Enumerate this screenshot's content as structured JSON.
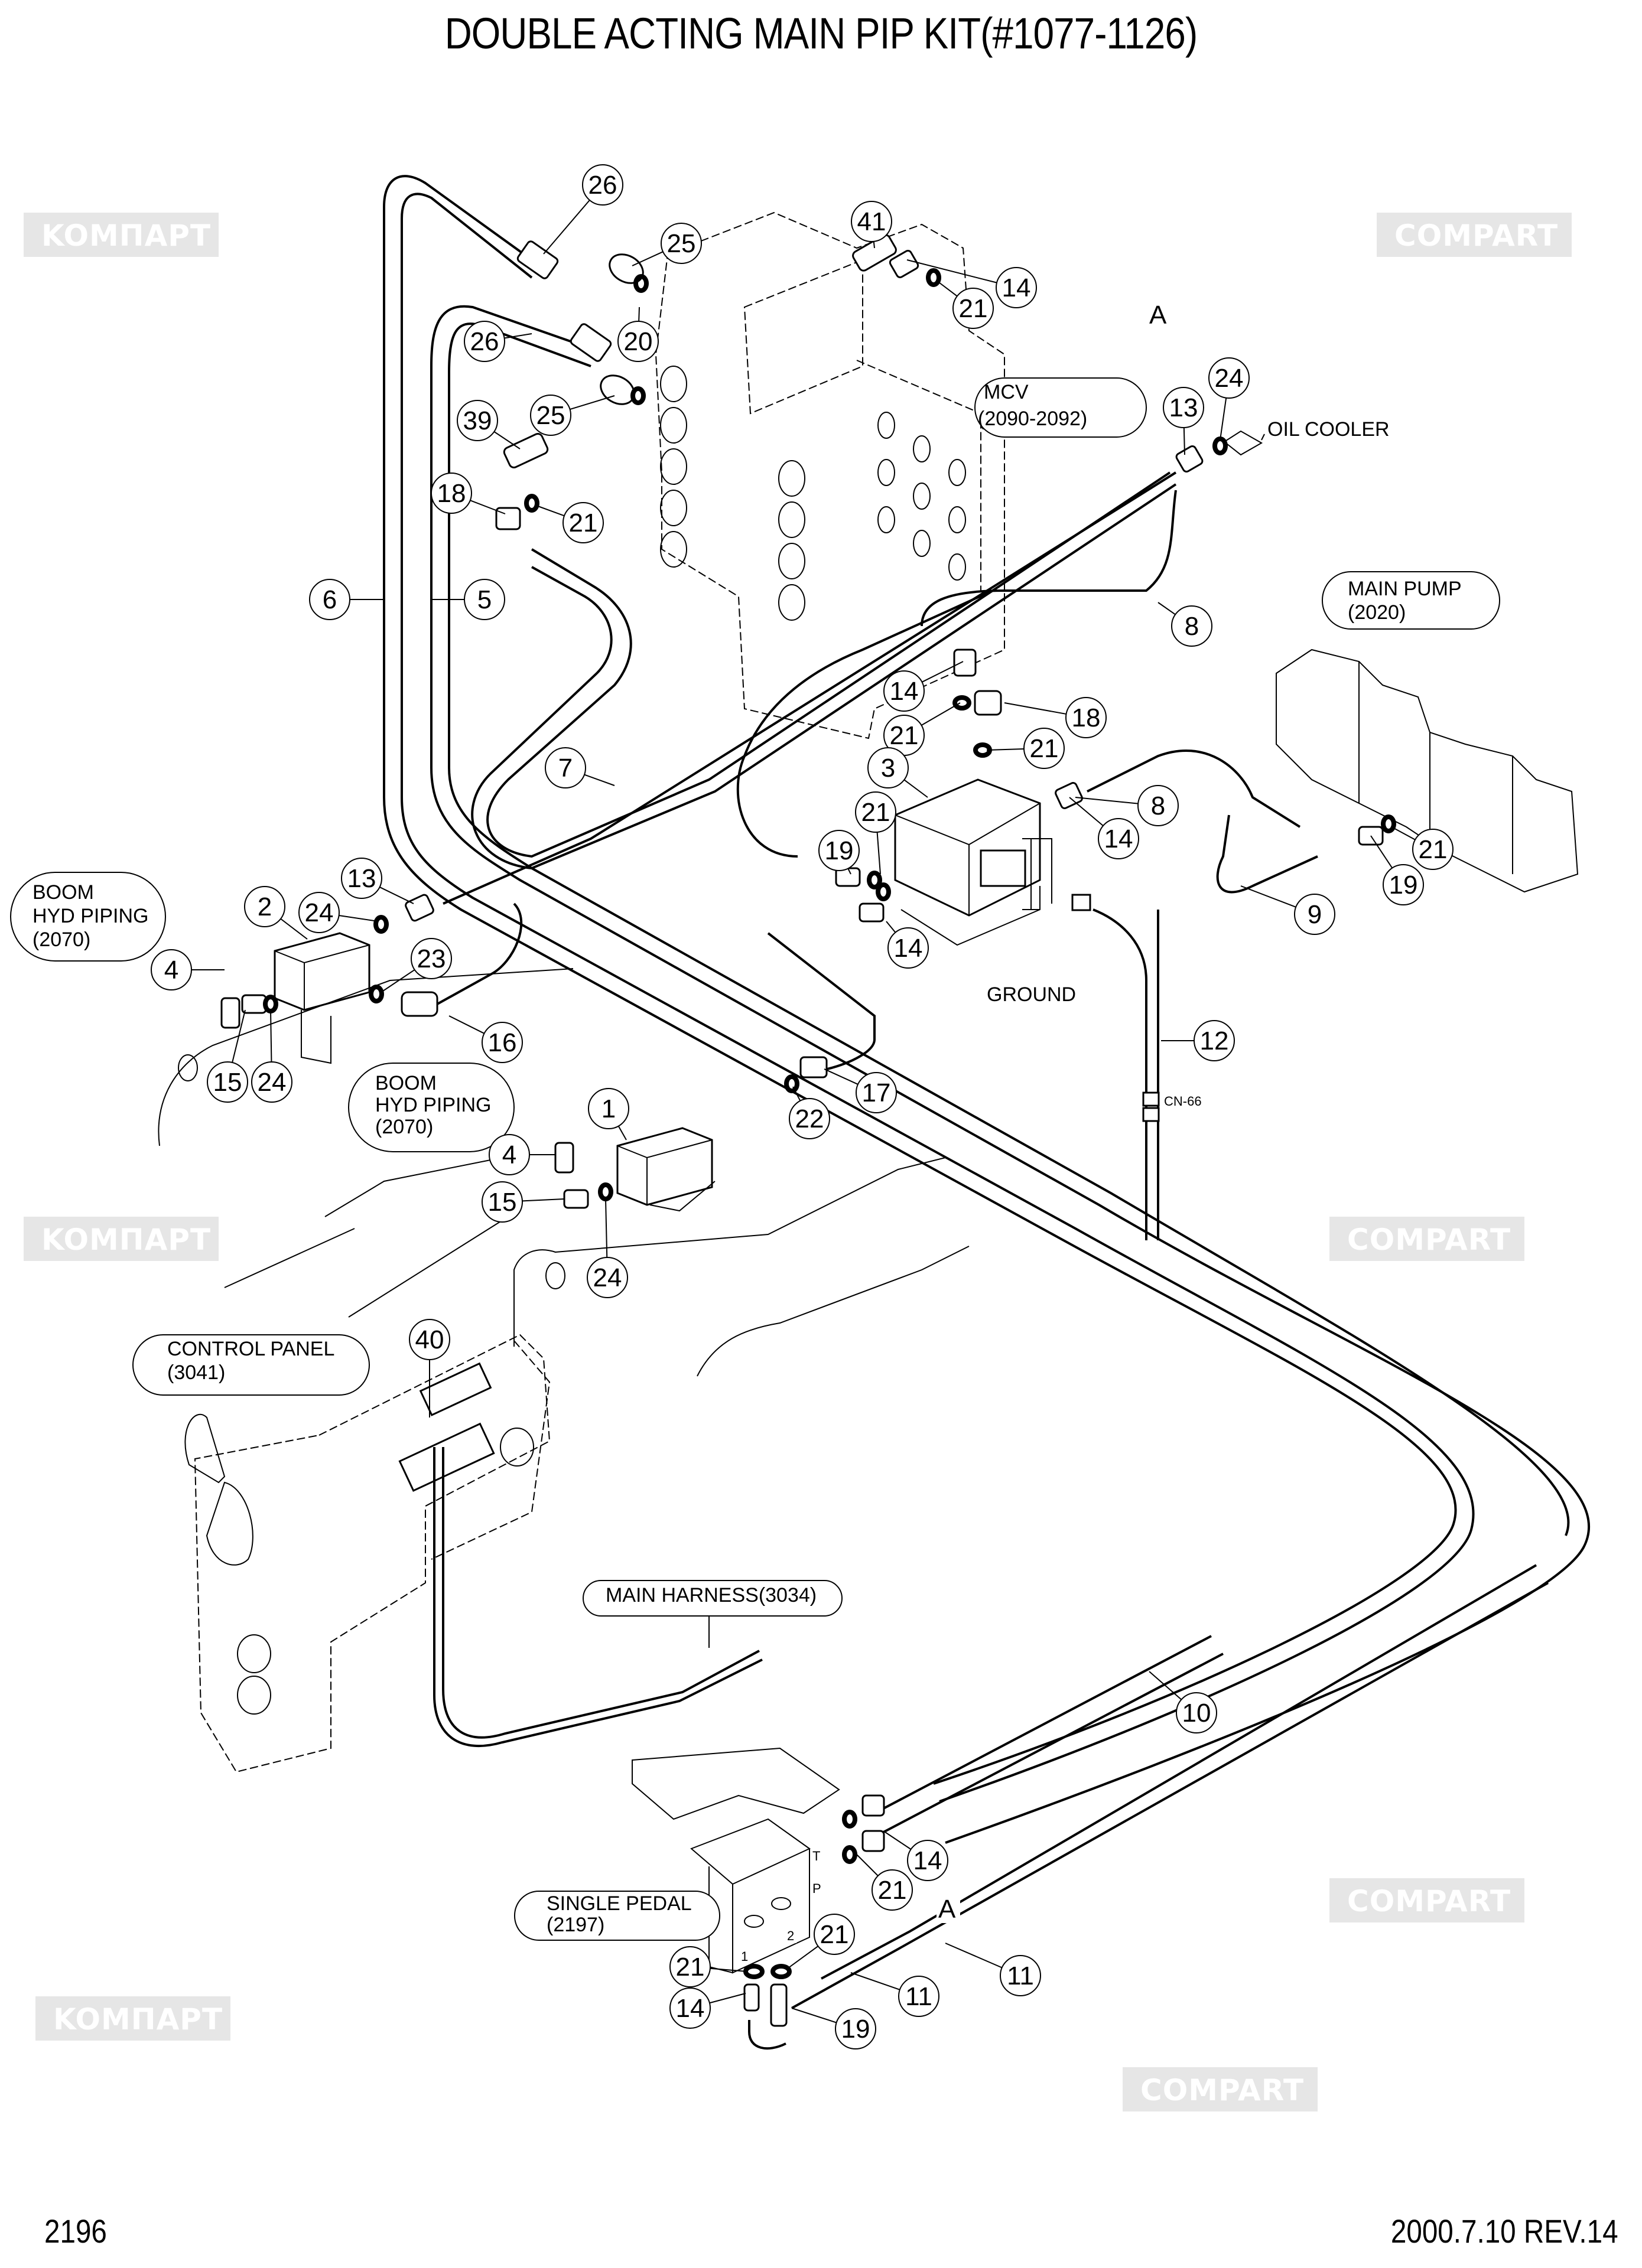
{
  "header": {
    "title": "DOUBLE ACTING MAIN PIP KIT(#1077-1126)"
  },
  "footer": {
    "page_number": "2196",
    "revision": "2000.7.10 REV.14"
  },
  "watermark": {
    "text_latin": "COMPART",
    "text_cyrillic": "KOMПAPT",
    "color": "#e6e6e6"
  },
  "notes": {
    "mcv": {
      "line1": "MCV",
      "line2": "(2090-2092)"
    },
    "oil_cooler": "OIL COOLER",
    "main_pump": {
      "line1": "MAIN PUMP",
      "line2": "(2020)"
    },
    "boom_hyd_1": {
      "line1": "BOOM",
      "line2": "HYD PIPING",
      "line3": "(2070)"
    },
    "boom_hyd_2": {
      "line1": "BOOM",
      "line2": "HYD PIPING",
      "line3": "(2070)"
    },
    "ground": "GROUND",
    "cn66": "CN-66",
    "control_panel": {
      "line1": "CONTROL PANEL",
      "line2": "(3041)"
    },
    "main_harness": "MAIN HARNESS(3034)",
    "single_pedal": {
      "line1": "SINGLE PEDAL",
      "line2": "(2197)"
    },
    "section_a_top": "A",
    "section_a_bottom": "A",
    "port_t": "T",
    "port_p": "P",
    "port_1": "1",
    "port_2": "2"
  },
  "callouts": [
    {
      "id": "c1",
      "label": "26"
    },
    {
      "id": "c2",
      "label": "25"
    },
    {
      "id": "c3",
      "label": "41"
    },
    {
      "id": "c4",
      "label": "21"
    },
    {
      "id": "c5",
      "label": "14"
    },
    {
      "id": "c6",
      "label": "20"
    },
    {
      "id": "c7",
      "label": "26"
    },
    {
      "id": "c8",
      "label": "25"
    },
    {
      "id": "c9",
      "label": "39"
    },
    {
      "id": "c10",
      "label": "13"
    },
    {
      "id": "c11",
      "label": "24"
    },
    {
      "id": "c12",
      "label": "18"
    },
    {
      "id": "c13",
      "label": "21"
    },
    {
      "id": "c14",
      "label": "6"
    },
    {
      "id": "c15",
      "label": "5"
    },
    {
      "id": "c16",
      "label": "8"
    },
    {
      "id": "c17",
      "label": "14"
    },
    {
      "id": "c18",
      "label": "21"
    },
    {
      "id": "c19",
      "label": "18"
    },
    {
      "id": "c20",
      "label": "7"
    },
    {
      "id": "c21",
      "label": "3"
    },
    {
      "id": "c22",
      "label": "21"
    },
    {
      "id": "c23",
      "label": "21"
    },
    {
      "id": "c24",
      "label": "8"
    },
    {
      "id": "c25",
      "label": "14"
    },
    {
      "id": "c26",
      "label": "19"
    },
    {
      "id": "c27",
      "label": "21"
    },
    {
      "id": "c28",
      "label": "19"
    },
    {
      "id": "c29",
      "label": "9"
    },
    {
      "id": "c30",
      "label": "2"
    },
    {
      "id": "c31",
      "label": "13"
    },
    {
      "id": "c32",
      "label": "24"
    },
    {
      "id": "c33",
      "label": "4"
    },
    {
      "id": "c34",
      "label": "23"
    },
    {
      "id": "c35",
      "label": "14"
    },
    {
      "id": "c36",
      "label": "16"
    },
    {
      "id": "c37",
      "label": "15"
    },
    {
      "id": "c38",
      "label": "24"
    },
    {
      "id": "c39",
      "label": "12"
    },
    {
      "id": "c40",
      "label": "1"
    },
    {
      "id": "c41",
      "label": "17"
    },
    {
      "id": "c42",
      "label": "22"
    },
    {
      "id": "c43",
      "label": "4"
    },
    {
      "id": "c44",
      "label": "15"
    },
    {
      "id": "c45",
      "label": "24"
    },
    {
      "id": "c46",
      "label": "40"
    },
    {
      "id": "c47",
      "label": "10"
    },
    {
      "id": "c48",
      "label": "14"
    },
    {
      "id": "c49",
      "label": "21"
    },
    {
      "id": "c50",
      "label": "21"
    },
    {
      "id": "c51",
      "label": "21"
    },
    {
      "id": "c52",
      "label": "14"
    },
    {
      "id": "c53",
      "label": "11"
    },
    {
      "id": "c54",
      "label": "11"
    },
    {
      "id": "c55",
      "label": "19"
    }
  ]
}
